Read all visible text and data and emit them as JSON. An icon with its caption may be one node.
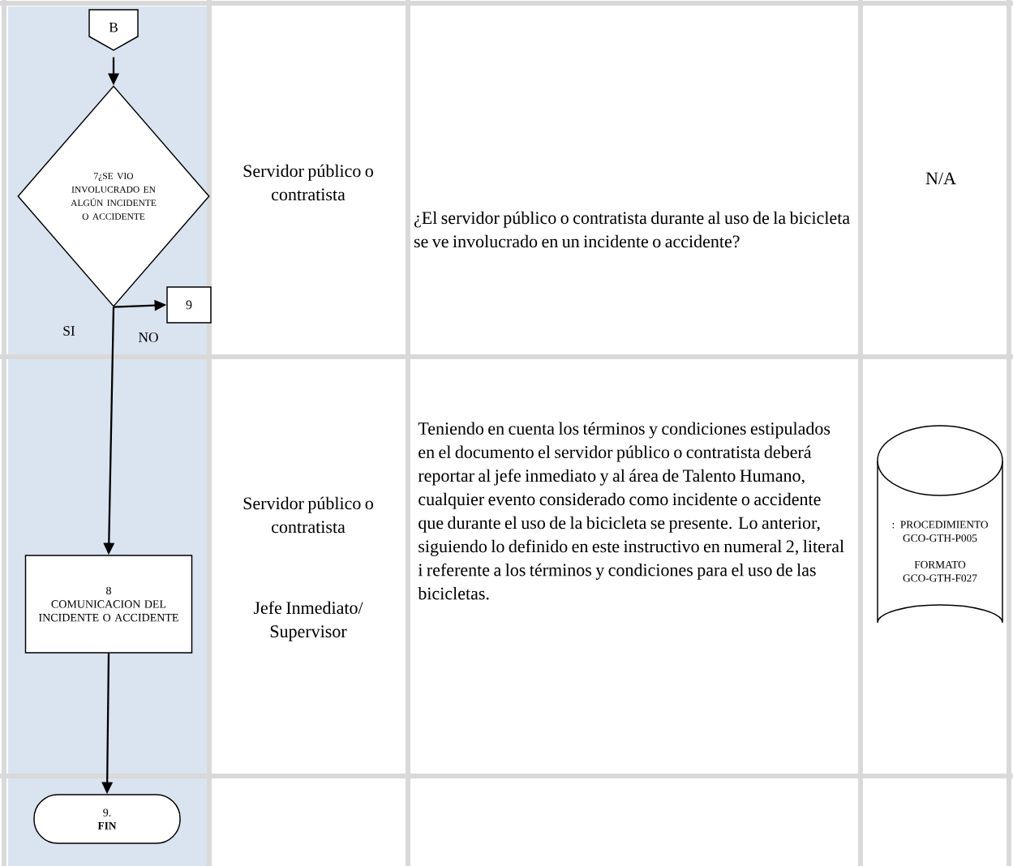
{
  "diagram": {
    "nodes": [
      {
        "text": [
          "B"
        ]
      },
      {
        "text": [
          "7¿SE VIO INVOLUCRADO EN ALGÚN INCIDENTE O ACCIDENTE"
        ]
      },
      {
        "text": [
          "9"
        ]
      },
      {
        "text": [
          "8",
          "COMUNICACION DEL INCIDENTE O ACCIDENTE"
        ]
      },
      {
        "text": [
          "9.",
          "FIN"
        ]
      },
      {
        "text": [
          ": PROCEDIMIENTO GCO-GTH-P005",
          "FORMATO GCO-GTH-F027"
        ]
      }
    ],
    "edges": [
      {
        "from": 0,
        "to": 1,
        "arrow": "to"
      },
      {
        "from": 1,
        "to": 2,
        "arrow": "to",
        "label": "NO"
      },
      {
        "from": 1,
        "to": 3,
        "arrow": "to",
        "label": "SI"
      },
      {
        "from": 3,
        "to": 4,
        "arrow": "to"
      }
    ],
    "labels": [
      "Servidor público o contratista",
      "¿El servidor público o contratista durante al uso de la bicicleta se ve involucrado en un incidente o accidente?",
      "N/A",
      "Servidor público o contratista",
      "Jefe Inmediato/ Supervisor",
      "Teniendo en cuenta los términos y condiciones estipulados en el documento el servidor público o contratista deberá reportar al jefe inmediato y al área de Talento Humano, cualquier evento considerado como incidente o accidente que durante el uso de la bicicleta se presente. Lo anterior, siguiendo lo definido en este instructivo en numeral 2, literal i referente a los términos y condiciones para el uso de las bicicletas."
    ]
  }
}
